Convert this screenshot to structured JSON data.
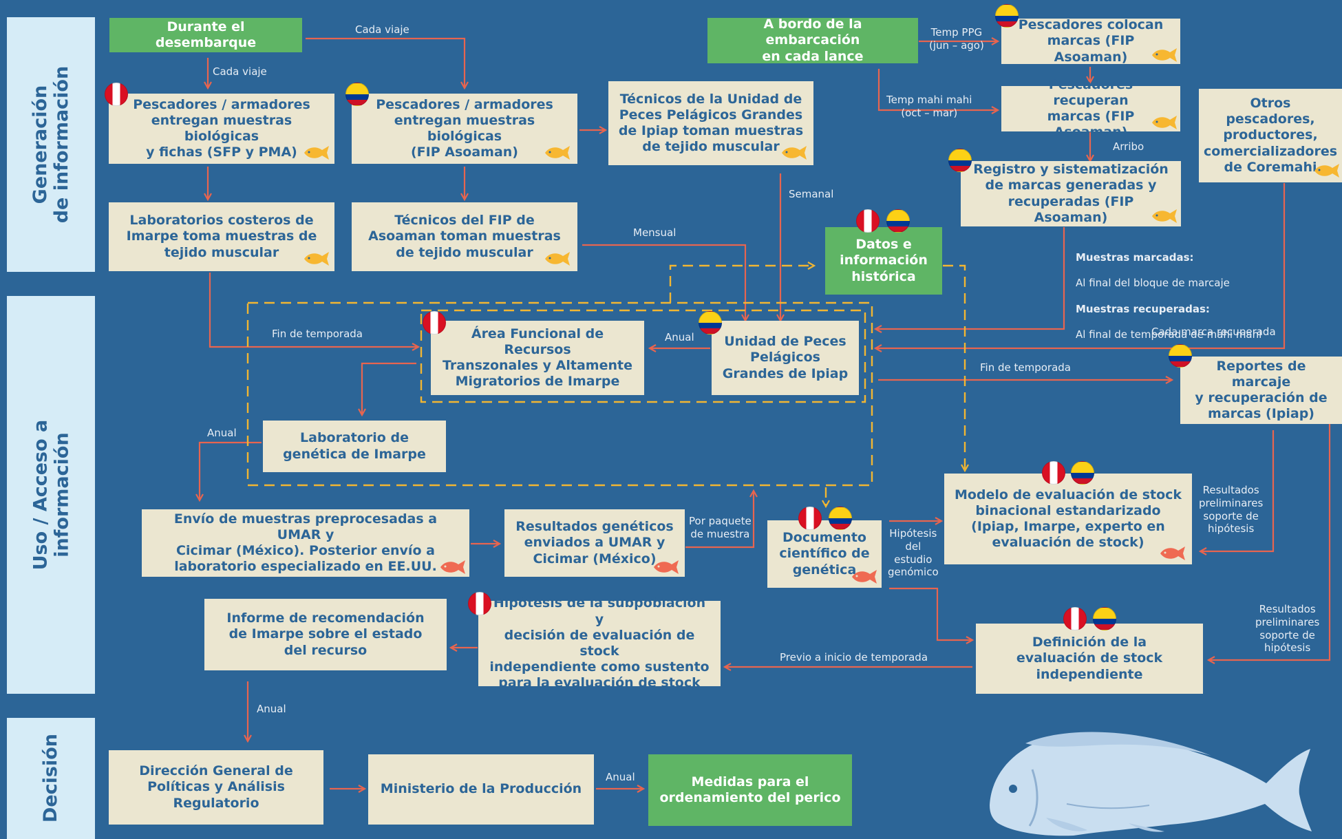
{
  "sections": {
    "generacion": "Generación\nde información",
    "uso": "Uso / Acceso a\ninformación",
    "decision": "Decisión"
  },
  "nodes": {
    "durante_desembarque": "Durante el desembarque",
    "a_bordo": "A bordo de la embarcación\nen cada lance",
    "pesc_sfp_pma": "Pescadores / armadores\nentregan muestras biológicas\ny fichas (SFP y PMA)",
    "pesc_fip": "Pescadores / armadores\nentregan muestras biológicas\n(FIP Asoaman)",
    "tecnicos_ipiap": "Técnicos de la Unidad de\nPeces Pelágicos Grandes\nde Ipiap toman muestras\nde tejido muscular",
    "pesc_colocan": "Pescadores colocan\nmarcas (FIP Asoaman)",
    "pesc_recuperan": "Pescadores recuperan\nmarcas (FIP Asoaman)",
    "otros_pescadores": "Otros pescadores,\nproductores,\ncomercializadores\nde Coremahi",
    "registro_marcas": "Registro y sistematización\nde marcas generadas y\nrecuperadas (FIP Asoaman)",
    "lab_costeros": "Laboratorios costeros de\nImarpe toma muestras de\ntejido muscular",
    "tecnicos_fip": "Técnicos del FIP de\nAsoaman toman muestras\nde tejido muscular",
    "datos_historica": "Datos e\ninformación\nhistórica",
    "area_funcional": "Área Funcional de Recursos\nTranszonales y Altamente\nMigratorios de Imarpe",
    "unidad_peces": "Unidad de Peces\nPelágicos\nGrandes de Ipiap",
    "reportes_marcaje": "Reportes de marcaje\ny recuperación de\nmarcas (Ipiap)",
    "lab_genetica": "Laboratorio de\ngenética de Imarpe",
    "envio_muestras": "Envío de muestras preprocesadas a UMAR y\nCicimar (México). Posterior envío a\nlaboratorio especializado en EE.UU.",
    "resultados_geneticos": "Resultados genéticos\nenviados a UMAR y\nCicimar (México)",
    "documento_cientifico": "Documento\ncientífico de\ngenética",
    "modelo_evaluacion": "Modelo de evaluación de stock\nbinacional estandarizado\n(Ipiap, Imarpe, experto en\nevaluación de stock)",
    "informe_imarpe": "Informe de recomendación\nde Imarpe sobre el estado\ndel recurso",
    "hipotesis": "Hipótesis de la subpoblación y\ndecisión de evaluación de stock\nindependiente como sustento\npara la evaluación de stock",
    "definicion_evaluacion": "Definición de la\nevaluación de stock\nindependiente",
    "direccion_general": "Dirección General de\nPolíticas y Análisis\nRegulatorio",
    "ministerio": "Ministerio de la Producción",
    "medidas": "Medidas para el\nordenamiento del perico"
  },
  "labels": {
    "cada_viaje_1": "Cada viaje",
    "cada_viaje_2": "Cada viaje",
    "temp_ppg": "Temp PPG\n(jun – ago)",
    "temp_mahi": "Temp mahi mahi\n(oct – mar)",
    "arribo": "Arribo",
    "semanal": "Semanal",
    "mensual": "Mensual",
    "muestras_marcadas_t": "Muestras marcadas:",
    "muestras_marcadas_d": "Al final del bloque de marcaje",
    "muestras_recuperadas_t": "Muestras recuperadas:",
    "muestras_recuperadas_d": "Al final de temporada de mahi mahi",
    "fin_temporada_1": "Fin de temporada",
    "anual_1": "Anual",
    "cada_marca": "Cada marca recuperada",
    "fin_temporada_2": "Fin de temporada",
    "anual_2": "Anual",
    "por_paquete": "Por paquete\nde muestra",
    "hipotesis_estudio": "Hipótesis\ndel\nestudio\ngenómico",
    "resultados_prelim_1": "Resultados\npreliminares\nsoporte de\nhipótesis",
    "resultados_prelim_2": "Resultados\npreliminares\nsoporte de\nhipótesis",
    "previo_inicio": "Previo a inicio de temporada",
    "anual_3": "Anual",
    "anual_4": "Anual"
  },
  "colors": {
    "background": "#2c6597",
    "box": "#ebe6d0",
    "green_box": "#5fb565",
    "arrow": "#e8654f",
    "dashed": "#f2b632",
    "fish_yellow": "#f7b731",
    "fish_red": "#ef6a52",
    "section": "#d6ecf7"
  },
  "icons": [
    "peru-flag-icon",
    "colombia-flag-icon",
    "fish-icon",
    "mahi-mahi-illustration"
  ]
}
